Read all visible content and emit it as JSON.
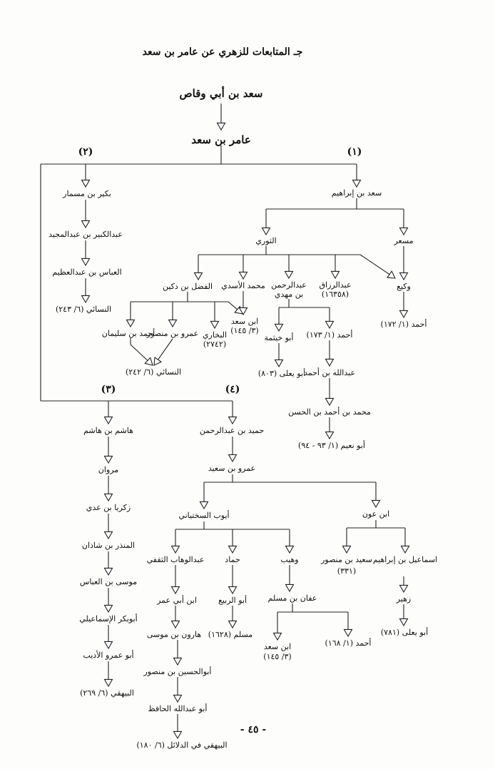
{
  "title": "جـ المتابعات للزهري عن عامر بن سعد",
  "page_number": "- ٤٥ -",
  "branches": {
    "b1": "(١)",
    "b2": "(٢)",
    "b3": "(٣)",
    "b4": "(٤)"
  },
  "nodes": {
    "saad_abi_waqqas": "سعد بن أبي وقاص",
    "amir_bin_saad": "عامر بن سعد",
    "saad_ibrahim": "سعد بن إبراهيم",
    "bukair": "بكير بن مسمار",
    "abdulkabir": "عبدالكبير بن عبدالمجيد",
    "abbas_abdulazim": "العباس بن عبدالعظيم",
    "nasai_243": "النسائي (٦/ ٢٤٣)",
    "thawri": "الثوري",
    "misar": "مسعر",
    "fadl_dukain": "الفضل بن دكين",
    "muhammad_asadi": "محمد الأسدي",
    "abdulrahman_mahdi_1": "عبدالرحمن",
    "abdulrahman_mahdi_2": "بن مهدي",
    "abdulrazzaq_1": "عبدالرزاق",
    "abdulrazzaq_2": "(١٦٣٥٨)",
    "waki": "وكيع",
    "ibn_saad_1": "ابن سعد",
    "ibn_saad_1_ref": "(٣/ ١٤٥)",
    "ahmad_sulaiman": "أحمد بن سليمان",
    "amr_mansur": "عمرو بن منصور",
    "bukhari_1": "البخاري",
    "bukhari_2": "(٢٧٤٢)",
    "abu_khaithama": "أبو خيثمة",
    "ahmad_173": "أحمد (١/ ١٧٣)",
    "ahmad_172": "أحمد (١/ ١٧٢)",
    "nasai_242": "النسائي (٦/ ٢٤٢)",
    "abu_yala_803": "أبو يعلى (٨٠٣)",
    "abdullah_ahmad": "عبدالله بن أحمد",
    "muhammad_ahmad_hasan": "محمد بن أحمد بن الحسن",
    "abu_nuaim": "أبو نعيم (١/ ٩٣ - ٩٤)",
    "hashim": "هاشم بن هاشم",
    "marwan": "مروان",
    "zakariya": "زكريا بن عدي",
    "mundhir": "المنذر بن شاذان",
    "musa_abbas": "موسى بن العباس",
    "abubakr_ismaili": "أبوبكر الإسماعيلي",
    "abuamr_adib": "أبو عمرو الأديب",
    "baihaqi_269": "البيهقي (٦/ ٢٦٩)",
    "humaid": "حميد بن عبدالرحمن",
    "amr_saeed": "عمرو بن سعيد",
    "ayyub": "أيوب السختياني",
    "ibn_awn": "ابن عون",
    "abdulwahhab": "عبدالوهاب الثقفي",
    "hammad": "حماد",
    "wuhaib": "وهيب",
    "saeed_mansur_1": "سعيد بن منصور",
    "saeed_mansur_2": "(٣٣١)",
    "ismail_ibrahim": "اسماعيل بن إبراهيم",
    "ibn_abi_umar": "ابن أبي عمر",
    "abu_rabi": "أبو الربيع",
    "affan": "عفان بن مسلم",
    "zuhair": "زهير",
    "harun_musa": "هارون بن موسى",
    "muslim": "مسلم (١٦٢٨)",
    "ibn_saad_2": "ابن سعد",
    "ibn_saad_2_ref": "(٣/ ١٤٥)",
    "ahmad_168": "أحمد (١/ ١٦٨)",
    "abu_yala_781": "أبو يعلى (٧٨١)",
    "abulhusain": "أبوالحسين بن منصور",
    "abu_abdullah": "أبو عبدالله الحافظ",
    "baihaqi_dalail": "البيهقي في الدلائل (٦/ ١٨٠)"
  }
}
